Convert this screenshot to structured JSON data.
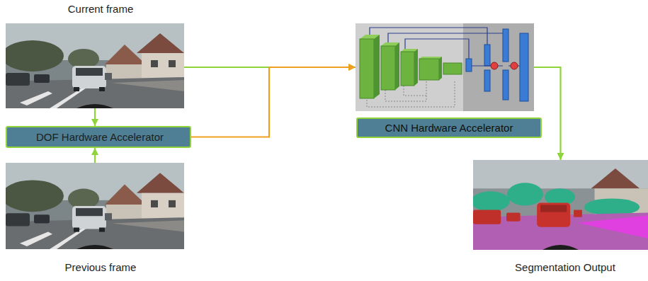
{
  "diagram": {
    "nodes": [
      {
        "text": [
          "Current frame"
        ]
      },
      {
        "text": [
          "DOF Hardware Accelerator"
        ]
      },
      {
        "text": [
          "Previous frame"
        ]
      },
      {
        "text": [
          "CNN Hardware Accelerator"
        ]
      },
      {
        "text": [
          "Segmentation Output"
        ]
      }
    ],
    "edges": [
      {
        "from": 0,
        "to": 1,
        "arrow": "to"
      },
      {
        "from": 2,
        "to": 1,
        "arrow": "to"
      },
      {
        "from": 0,
        "to": 3,
        "arrow": "to"
      },
      {
        "from": 1,
        "to": 3,
        "arrow": "to"
      },
      {
        "from": 3,
        "to": 4,
        "arrow": "to"
      }
    ]
  }
}
